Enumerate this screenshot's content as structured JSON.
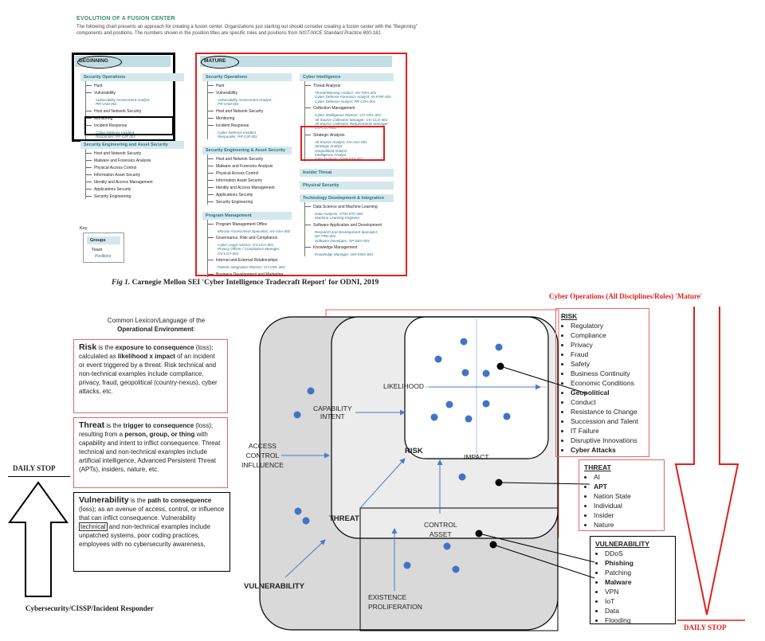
{
  "figure": {
    "title": "EVOLUTION OF A FUSION CENTER",
    "desc_1": "The following chart presents an approach for creating a fusion center. Organizations just starting out should consider creating a fusion center with the \"Beginning\"",
    "desc_2": "components and positions. The numbers shown in the position titles are specific roles and positions from ",
    "desc_ref": "NIST-NICE Standard Practice 800-181.",
    "caption_fig": "Fig 1.",
    "caption_text": " Carnegie Mellon SEI 'Cyber Intelligence Tradecraft Report' for ODNI, 2019",
    "beginning": {
      "header": "BEGINNING",
      "sections": [
        {
          "title": "Security Operations",
          "items": [
            {
              "label": "Hunt",
              "positions": []
            },
            {
              "label": "Vulnerability",
              "positions": [
                "Vulnerability Assessment Analyst:",
                "PR-VAM-001"
              ]
            },
            {
              "label": "Host and Network Security",
              "positions": []
            },
            {
              "label": "Monitoring",
              "positions": []
            },
            {
              "label": "Incident Response",
              "positions": [
                "Cyber Defence Incident",
                "Responder: PR-CIR-001"
              ]
            }
          ]
        },
        {
          "title": "Security Engineering and Asset Security",
          "items": [
            {
              "label": "Host and Network Security"
            },
            {
              "label": "Malware and Forensics Analysis"
            },
            {
              "label": "Physical Access Control"
            },
            {
              "label": "Information Asset Security"
            },
            {
              "label": "Identity and Access Management"
            },
            {
              "label": "Applications Security"
            },
            {
              "label": "Security Engineering"
            }
          ]
        }
      ]
    },
    "mature": {
      "header": "MATURE",
      "left": [
        {
          "title": "Security Operations",
          "items": [
            {
              "label": "Hunt",
              "positions": []
            },
            {
              "label": "Vulnerability",
              "positions": [
                "Vulnerability Assessment Analyst:",
                "PR-VAM-001"
              ]
            },
            {
              "label": "Host and Network Security",
              "positions": []
            },
            {
              "label": "Monitoring",
              "positions": []
            },
            {
              "label": "Incident Response",
              "positions": [
                "Cyber Defence Incident",
                "Responder: PR-CIR-001"
              ]
            }
          ]
        },
        {
          "title": "Security Engineering & Asset Security",
          "items": [
            {
              "label": "Host and Network Security"
            },
            {
              "label": "Malware and Forensics Analysis"
            },
            {
              "label": "Physical Access Control"
            },
            {
              "label": "Information Asset Security"
            },
            {
              "label": "Identity and Access Management"
            },
            {
              "label": "Applications Security"
            },
            {
              "label": "Security Engineering"
            }
          ]
        },
        {
          "title": "Program Management",
          "items": [
            {
              "label": "Program Management Office",
              "positions": [
                "Mission Assessment Specialist: AN-ASA-002"
              ]
            },
            {
              "label": "Governance, Risk and Compliance",
              "positions": [
                "Cyber Legal Advisor: OV-LGA-001",
                "Privacy Officer / Compliance Manager:",
                "OV-LGA-002"
              ]
            },
            {
              "label": "Internal and External Relationships",
              "positions": [
                "Partner Integration Planner: CO-OPL-003"
              ]
            },
            {
              "label": "Business Development and Marketing",
              "positions": []
            }
          ]
        }
      ],
      "right": [
        {
          "title": "Cyber Intelligence",
          "items": [
            {
              "label": "Threat Analysis",
              "positions": [
                "Threat/Warning Analyst: AN-TWA-001",
                "Cyber Defense Forensics Analyst: IN-FOR-001",
                "Cyber Defense Analyst: PR-CDA-001"
              ]
            },
            {
              "label": "Collection Management",
              "positions": [
                "Cyber Intelligence Planner: CO-OPL-001",
                "All Source Collection Manager: CO-CLO-001",
                "All Source Collection Requirements Manager:",
                "CO-CLO-002"
              ]
            },
            {
              "label": "Strategic Analysis",
              "positions": [
                "All Source Analyst: AN-ASA-001",
                "Strategic Analyst",
                "Geopolitical Analyst",
                "Intelligence Analyst",
                "Data Analysts: OTM-DTA-002"
              ]
            }
          ]
        },
        {
          "title": "Insider Threat",
          "items": []
        },
        {
          "title": "Physical Security",
          "items": []
        },
        {
          "title": "Technology Development & Integration",
          "items": [
            {
              "label": "Data Science and Machine Learning",
              "positions": [
                "Data Analysts: OTM-DTA-002",
                "Machine Learning Engineer"
              ]
            },
            {
              "label": "Software Application and Development",
              "positions": [
                "Research and Development Specialist:",
                "SP-TRD-001",
                "Software Developer: SP-DEV-001"
              ]
            },
            {
              "label": "Knowledge Management",
              "positions": [
                "Knowledge Manager: OM-KMG-001"
              ]
            }
          ]
        }
      ]
    },
    "key": {
      "title": "Key",
      "groups": "Groups",
      "team": "Team",
      "positions": "Positions"
    }
  },
  "lexicon": {
    "intro_1": "Common Lexicon/Language of the",
    "intro_2": "Operational Environment",
    "intro_colon": ":",
    "risk": {
      "term": "Risk",
      "t1": " is the ",
      "b1": "exposure",
      "b2": " to consequence",
      "t2": " (loss); calculated as ",
      "b3": "likelihood x impact",
      "t3": " of an incident or event triggered by a threat. Risk technical and non-technical examples include compliance, privacy, fraud, geopolitical (country-nexus), cyber attacks, etc."
    },
    "threat": {
      "term": "Threat",
      "t1": " is the ",
      "b1": "trigger",
      "b2": " to consequence",
      "t2": " (loss); resulting from a ",
      "b3": "person, group, or thing",
      "t3": " with capability and intent to inflict consequence. Threat technical and non-technical examples include artificial intelligence, Advanced Persistent Threat (APTs), insiders, nature, etc."
    },
    "vulnerability": {
      "term": "Vulnerability",
      "t1": " is the ",
      "b1": "path",
      "b2": " to consequence",
      "t2": " (loss); as an avenue of access, control, or influence that can inflict consequence. Vulnerability ",
      "boxed": "technical",
      "t3": " and non-technical examples include unpatched systems, poor coding practices, employees with no cybersecurity awareness,"
    }
  },
  "side": {
    "daily_stop_left": "DAILY STOP",
    "responder": "Cybersecurity/CISSP/Incident Responder",
    "mature_label": "Cyber Operations (All Disciplines/Roles) 'Mature'",
    "daily_stop_right": "DAILY STOP"
  },
  "diagram": {
    "likelihood": "LIKELIHOOD",
    "capability_1": "CAPABILITY",
    "capability_2": "INTENT",
    "access_1": "ACCESS",
    "access_2": "CONTROL",
    "access_3": "INFLLUENCE",
    "risk": "RISK",
    "impact": "IMPACT",
    "threat": "THREAT",
    "control": "CONTROL",
    "asset": "ASSET",
    "vulnerability": "VULNERABILITY",
    "existence_1": "EXISTENCE",
    "existence_2": "PROLIFERATION"
  },
  "lists": {
    "risk": {
      "title": "RISK",
      "items": [
        "Regulatory",
        "Compliance",
        "Privacy",
        "Fraud",
        "Safety",
        "Business Continuity",
        "Economic Conditions",
        "Geopolitical",
        "Conduct",
        "Resistance to Change",
        "Succession and Talent",
        "IT Failure",
        "Disruptive Innovations",
        "Cyber Attacks"
      ],
      "bold": [
        "Geopolitical",
        "Cyber Attacks"
      ]
    },
    "threat": {
      "title": "THREAT",
      "items": [
        "AI",
        "APT",
        "Nation State",
        "Individual",
        "Insider",
        "Nature"
      ],
      "bold": [
        "APT"
      ]
    },
    "vulnerability": {
      "title": "VULNERABILITY",
      "items": [
        "DDoS",
        "Phishing",
        "Patching",
        "Malware",
        "VPN",
        "IoT",
        "Data",
        "Flooding"
      ],
      "bold": [
        "Phishing",
        "Malware"
      ]
    }
  },
  "colors": {
    "dot": "#4472c4",
    "red": "#e02020",
    "teal": "#2d6f86",
    "header": "#bfdde2"
  }
}
